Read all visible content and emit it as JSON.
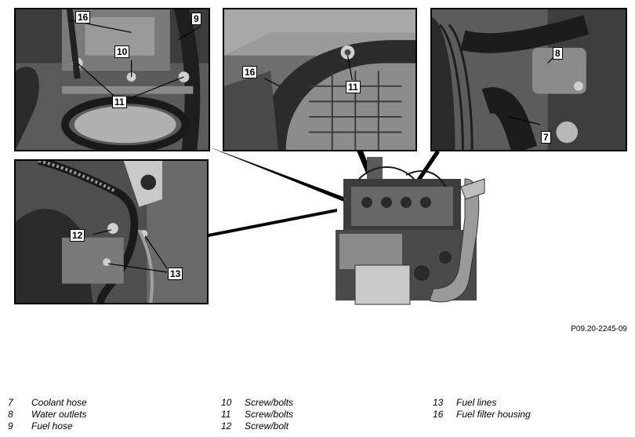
{
  "figure_id": "P09.20-2245-09",
  "callouts": {
    "c16_a": "16",
    "c9": "9",
    "c10": "10",
    "c11_a": "11",
    "c16_b": "16",
    "c11_b": "11",
    "c8": "8",
    "c7": "7",
    "c12": "12",
    "c13": "13"
  },
  "legend": {
    "col1": [
      {
        "num": "7",
        "label": "Coolant hose"
      },
      {
        "num": "8",
        "label": "Water outlets"
      },
      {
        "num": "9",
        "label": "Fuel hose"
      }
    ],
    "col2": [
      {
        "num": "10",
        "label": "Screw/bolts"
      },
      {
        "num": "11",
        "label": "Screw/bolts"
      },
      {
        "num": "12",
        "label": "Screw/bolt"
      }
    ],
    "col3": [
      {
        "num": "13",
        "label": "Fuel lines"
      },
      {
        "num": "16",
        "label": "Fuel filter housing"
      }
    ]
  },
  "colors": {
    "photo_dark": "#2e2e2e",
    "photo_mid": "#6b6b6b",
    "photo_light": "#b5b5b5",
    "line": "#000000"
  }
}
